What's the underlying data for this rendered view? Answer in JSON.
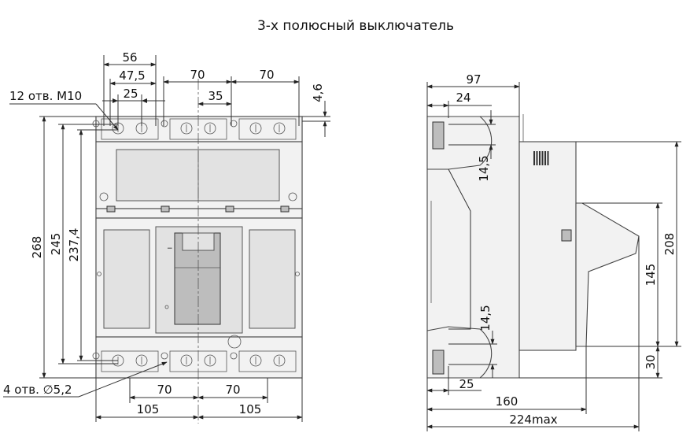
{
  "title": "3-х полюсный выключатель",
  "front": {
    "holes_top": "12 отв. М10",
    "holes_bottom": "4 отв. ∅5,2",
    "w56": "56",
    "w47_5": "47,5",
    "w25": "25",
    "w70_top_left": "70",
    "w70_top_right": "70",
    "w35": "35",
    "h4_6": "4,6",
    "h268": "268",
    "h245": "245",
    "h237_4": "237,4",
    "w70_bottom_left": "70",
    "w70_bottom_right": "70",
    "w105_left": "105",
    "w105_right": "105"
  },
  "side": {
    "w97": "97",
    "w24": "24",
    "h14_5_top": "14,5",
    "h14_5_bottom": "14,5",
    "h208": "208",
    "h145": "145",
    "h30": "30",
    "w25": "25",
    "w160": "160",
    "w224max": "224max"
  }
}
